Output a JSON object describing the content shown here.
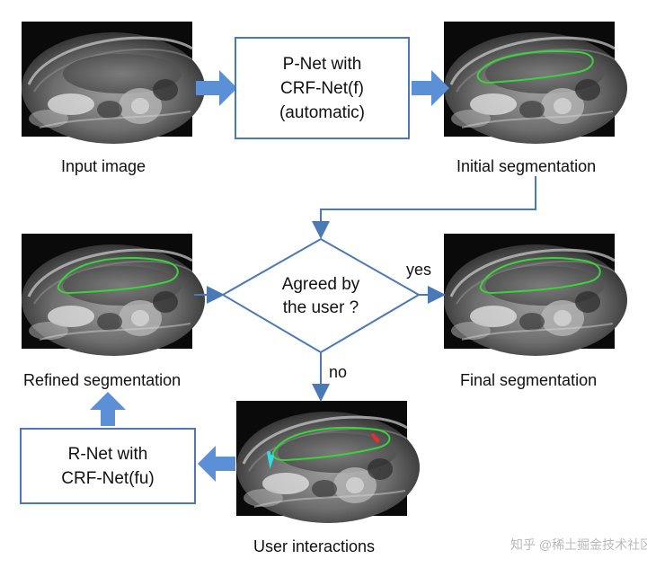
{
  "nodes": {
    "input_image": {
      "caption": "Input image"
    },
    "pnet": {
      "lines": [
        "P-Net with",
        "CRF-Net(f)",
        "(automatic)"
      ]
    },
    "initial_seg": {
      "caption": "Initial segmentation"
    },
    "decision": {
      "lines": [
        "Agreed by",
        "the user ?"
      ]
    },
    "refined_seg": {
      "caption": "Refined segmentation"
    },
    "final_seg": {
      "caption": "Final segmentation"
    },
    "rnet": {
      "lines": [
        "R-Net with",
        "CRF-Net(fu)"
      ]
    },
    "user_interactions": {
      "caption": "User interactions"
    }
  },
  "edges": {
    "yes": "yes",
    "no": "no"
  },
  "watermark": "知乎 @稀土掘金技术社区",
  "colors": {
    "box_border": "#4a79b3",
    "arrow_fill": "#5b8fd6",
    "connector": "#4a79b3",
    "contour_green": "#39d439",
    "scribble_red": "#e03030",
    "scribble_cyan": "#33dddd"
  }
}
